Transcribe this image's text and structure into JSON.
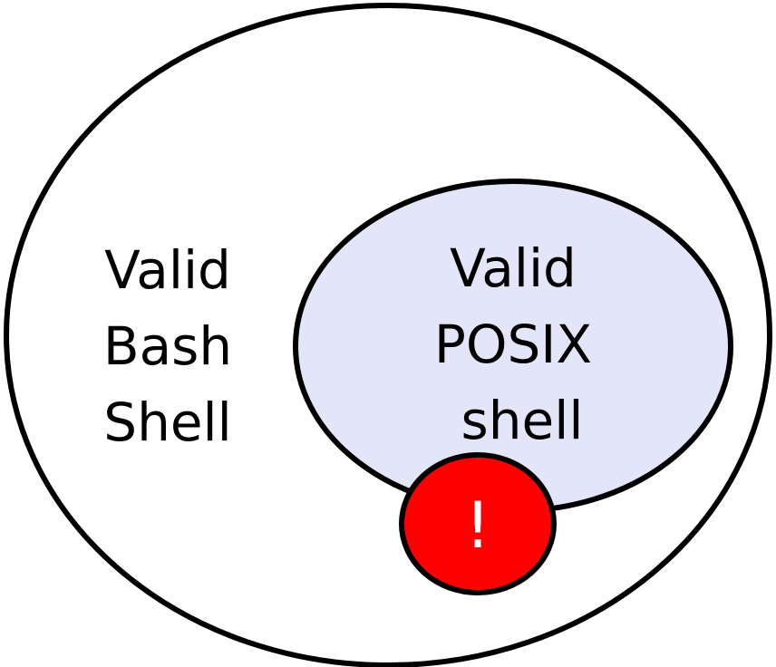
{
  "diagram": {
    "outer_set": {
      "lines": [
        "Valid",
        "Bash",
        "Shell"
      ],
      "fill": "#ffffff",
      "stroke": "#000000"
    },
    "inner_set": {
      "lines": [
        "Valid",
        "POSIX",
        "shell"
      ],
      "fill": "#e3e5f8",
      "stroke": "#000000"
    },
    "warning_marker": {
      "text": "!",
      "fill": "#ff0000",
      "text_color": "#ffffff"
    }
  }
}
